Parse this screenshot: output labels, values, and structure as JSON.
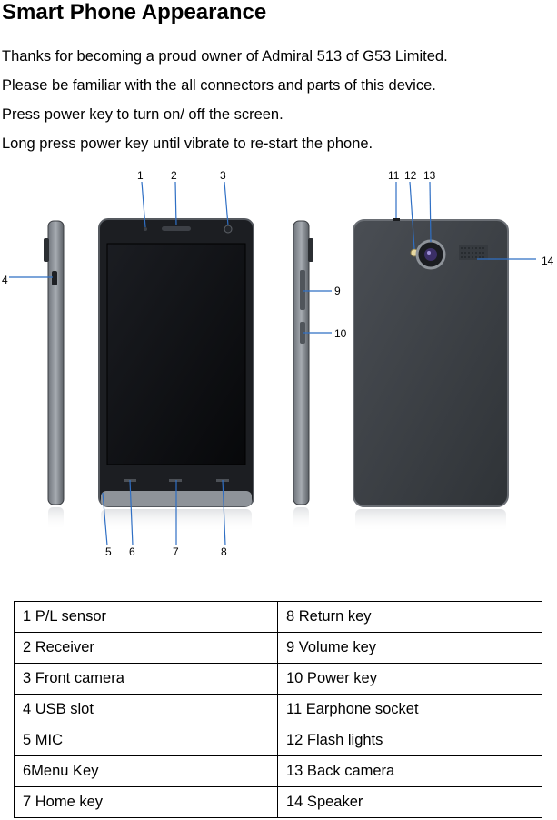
{
  "title": "Smart Phone Appearance",
  "intro": [
    "Thanks for becoming a proud owner of Admiral 513 of G53 Limited.",
    "Please be familiar with the all connectors and parts of this device.",
    "Press power key to turn on/ off the screen.",
    "Long press power key until vibrate to re-start the phone."
  ],
  "callouts": {
    "n1": "1",
    "n2": "2",
    "n3": "3",
    "n4": "4",
    "n5": "5",
    "n6": "6",
    "n7": "7",
    "n8": "8",
    "n9": "9",
    "n10": "10",
    "n11": "11",
    "n12": "12",
    "n13": "13",
    "n14": "14"
  },
  "parts_table": [
    [
      "1 P/L sensor",
      "8 Return key"
    ],
    [
      "2 Receiver",
      "9 Volume key"
    ],
    [
      "3 Front camera",
      "10 Power key"
    ],
    [
      "4 USB slot",
      "11 Earphone socket"
    ],
    [
      "5 MIC",
      "12 Flash lights"
    ],
    [
      "6Menu Key",
      "13 Back camera"
    ],
    [
      "7 Home key",
      "14 Speaker"
    ]
  ],
  "colors": {
    "phone_body": "#3c4046",
    "screen": "#0e0f12",
    "callout_line": "#2f6fc4"
  }
}
